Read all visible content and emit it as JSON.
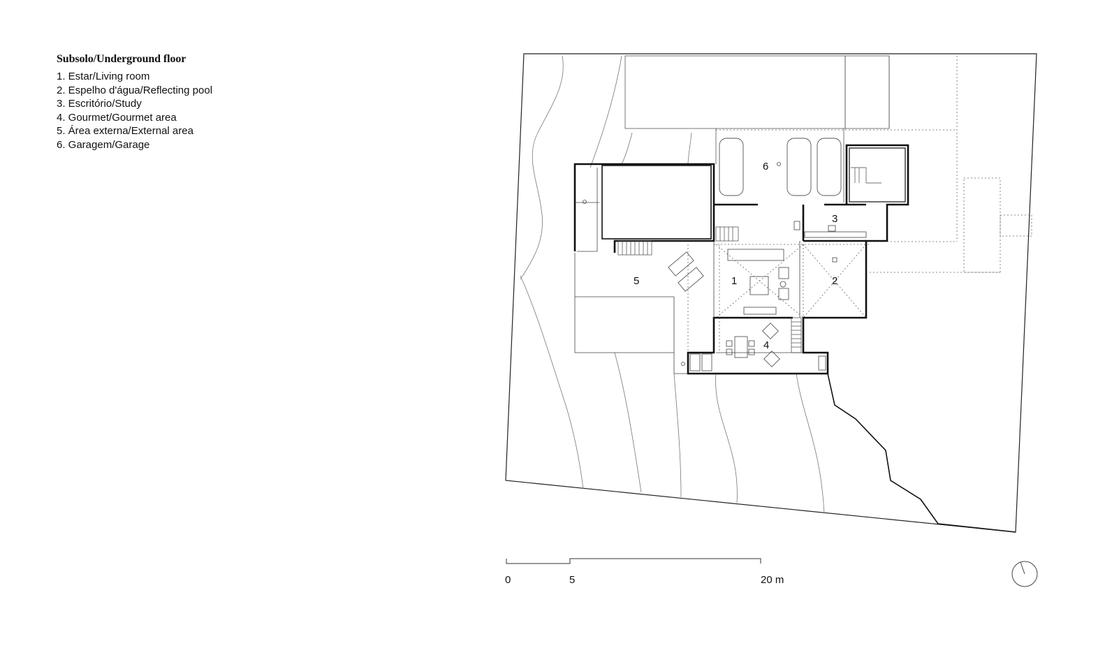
{
  "legend": {
    "title": "Subsolo/Underground floor",
    "items": [
      {
        "number": "1",
        "label": "1. Estar/Living room"
      },
      {
        "number": "2",
        "label": "2. Espelho d'água/Reflecting pool"
      },
      {
        "number": "3",
        "label": "3. Escritório/Study"
      },
      {
        "number": "4",
        "label": "4. Gourmet/Gourmet area"
      },
      {
        "number": "5",
        "label": "5. Área externa/External area"
      },
      {
        "number": "6",
        "label": "6. Garagem/Garage"
      }
    ]
  },
  "scale_bar": {
    "ticks": [
      "0",
      "5",
      "20 m"
    ]
  },
  "north_arrow": {
    "icon": "north-arrow-icon"
  }
}
